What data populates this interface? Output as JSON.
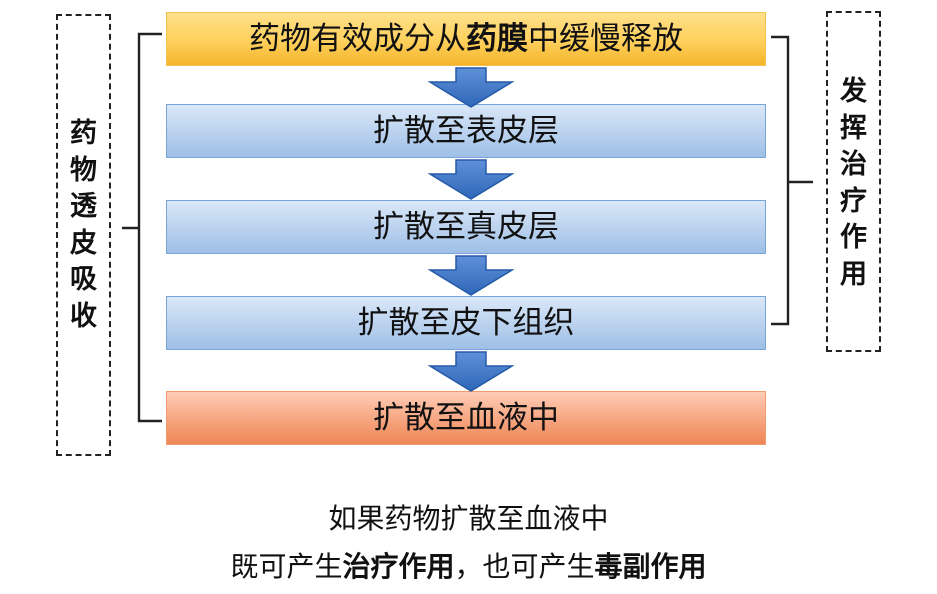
{
  "flow": {
    "step1": {
      "prefix": "药物有效成分从",
      "bold": "药膜",
      "suffix": "中缓慢释放"
    },
    "step2": "扩散至表皮层",
    "step3": "扩散至真皮层",
    "step4": "扩散至皮下组织",
    "step5": "扩散至血液中"
  },
  "left_label": [
    "药",
    "物",
    "透",
    "皮",
    "吸",
    "收"
  ],
  "right_label": [
    "发",
    "挥",
    "治",
    "疗",
    "作",
    "用"
  ],
  "caption": {
    "line1": "如果药物扩散至血液中",
    "line2_part1": "既可产生",
    "line2_bold1": "治疗作用",
    "line2_part2": "，也可产生",
    "line2_bold2": "毒副作用"
  },
  "colors": {
    "step1": "#ffd05c",
    "step_blue": "#b9d1ee",
    "step_orange": "#f6a47f",
    "arrow": "#3f78c5"
  }
}
